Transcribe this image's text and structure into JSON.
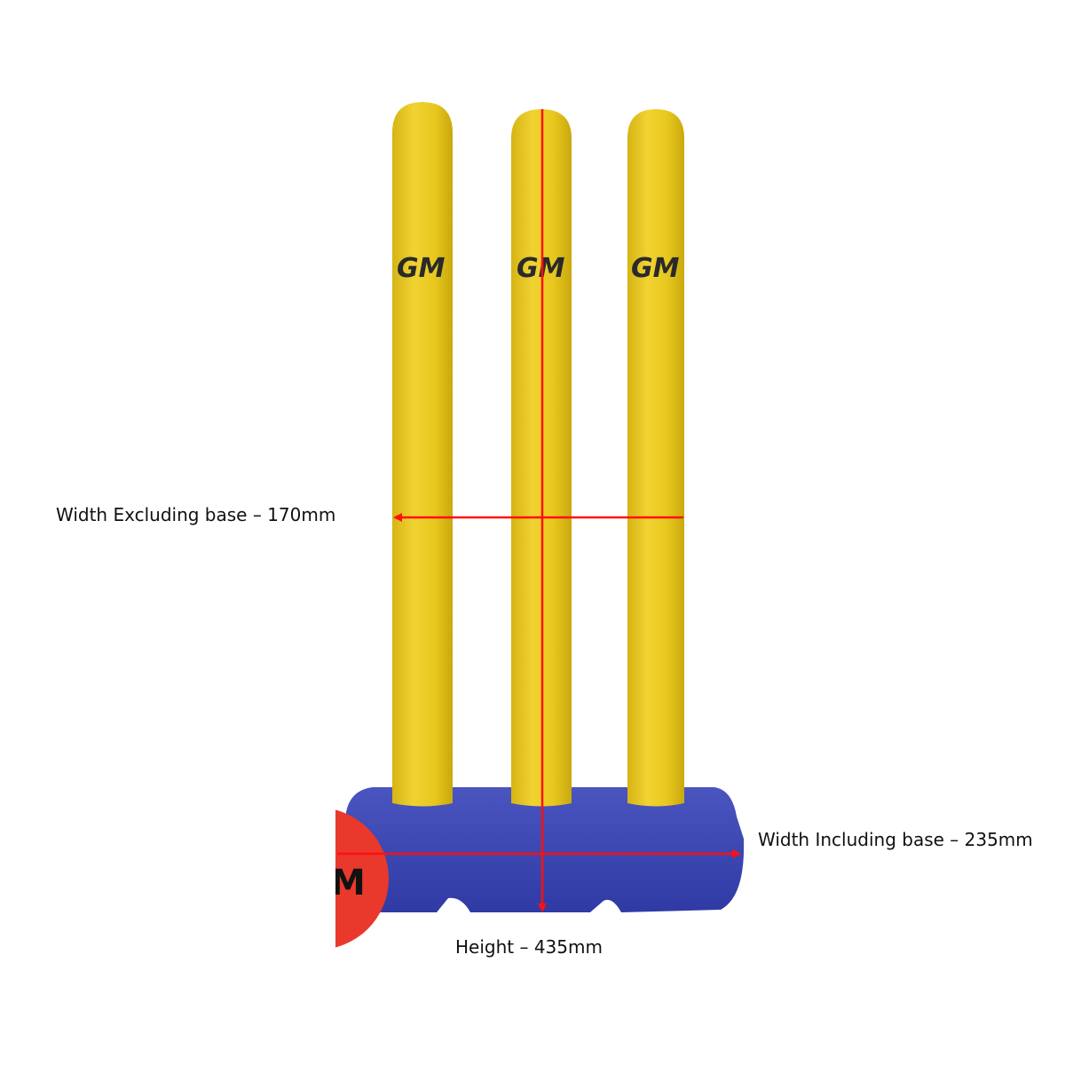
{
  "product": {
    "logo_text": "GM",
    "colors": {
      "stumps": "#e8c81e",
      "base": "#3d47b4",
      "ball": "#e8392c",
      "arrows": "#ff1010"
    }
  },
  "annotations": {
    "width_excluding_base": "Width Excluding base – 170mm",
    "width_including_base": "Width Including base – 235mm",
    "height": "Height – 435mm"
  }
}
